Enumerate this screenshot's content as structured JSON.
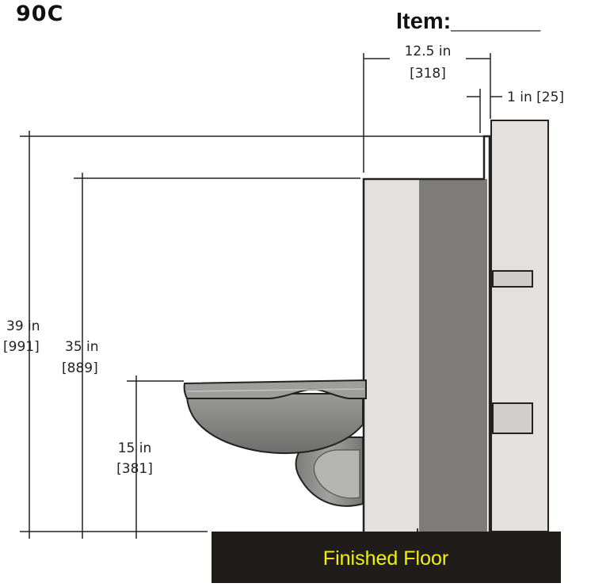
{
  "header": {
    "model_code": "90C",
    "item_label": "Item:_______"
  },
  "dimensions": {
    "depth": {
      "imperial": "12.5 in",
      "metric": "[318]"
    },
    "lip": {
      "imperial": "1 in [25]"
    },
    "overall_height": {
      "imperial": "39 in",
      "metric": "[991]"
    },
    "cabinet_height": {
      "imperial": "35 in",
      "metric": "[889]"
    },
    "bowl_height": {
      "imperial": "15 in",
      "metric": "[381]"
    }
  },
  "floor": {
    "label": "Finished Floor"
  },
  "colors": {
    "floor_fill": "#1f1c1a",
    "floor_text": "#f2f20a",
    "cabinet_light": "#e3e0dd",
    "cabinet_dark": "#7d7c7b",
    "fixture_gray": "#8c8c8a",
    "dimension_line": "#222222"
  }
}
